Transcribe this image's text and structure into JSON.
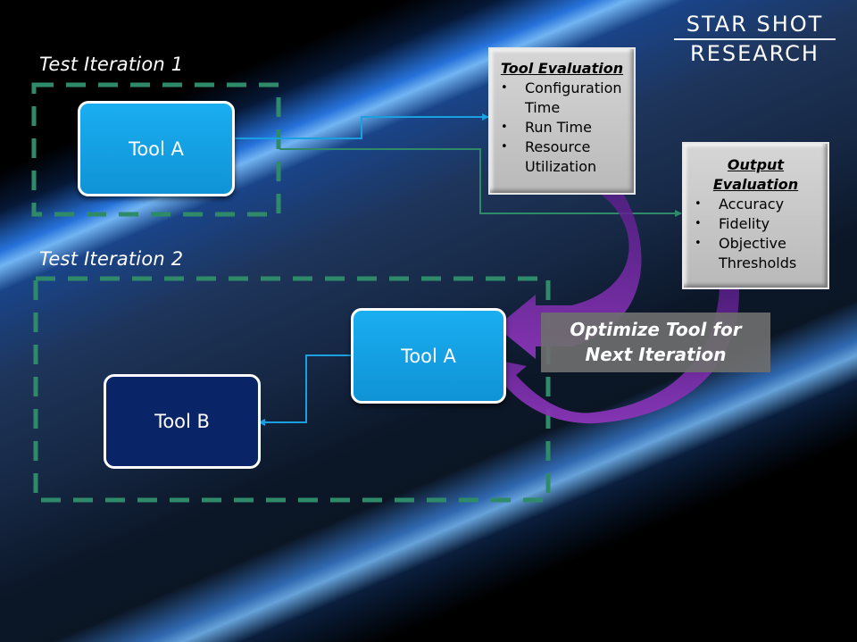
{
  "logo": {
    "line1": "STAR SHOT",
    "line2": "RESEARCH"
  },
  "iteration1": {
    "title": "Test Iteration 1",
    "tool_label": "Tool A"
  },
  "iteration2": {
    "title": "Test Iteration 2",
    "tool_a_label": "Tool A",
    "tool_b_label": "Tool B"
  },
  "tool_evaluation": {
    "title": "Tool Evaluation",
    "items": [
      "Configuration Time",
      "Run Time",
      "Resource Utilization"
    ]
  },
  "output_evaluation": {
    "title": "Output Evaluation",
    "items": [
      "Accuracy",
      "Fidelity",
      "Objective Thresholds"
    ]
  },
  "optimize": {
    "line1": "Optimize Tool for",
    "line2": "Next Iteration"
  },
  "colors": {
    "dashed_border": "#2f8a6a",
    "connector_blue": "#1aa0e0",
    "connector_green": "#2f8a6a",
    "arrow_purple": "#7a2fa8",
    "tool_a_fill": "#1aaef0",
    "tool_b_fill": "#0a2468"
  }
}
